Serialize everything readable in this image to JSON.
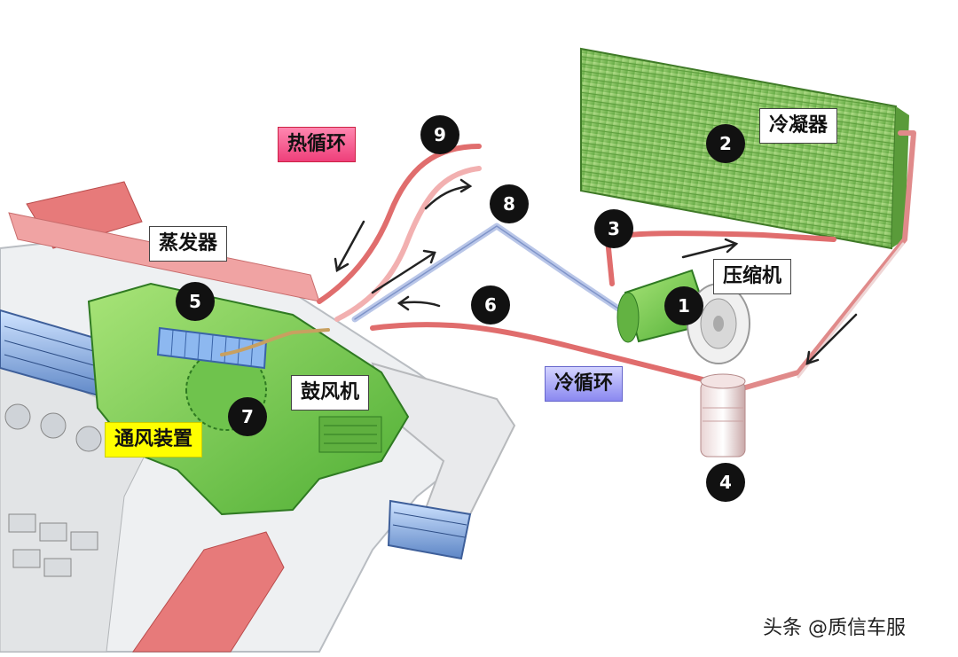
{
  "labels": {
    "hot_cycle": "热循环",
    "evaporator": "蒸发器",
    "condenser": "冷凝器",
    "compressor": "压缩机",
    "cold_cycle": "冷循环",
    "blower": "鼓风机",
    "ventilation": "通风装置"
  },
  "badges": {
    "b1": "1",
    "b2": "2",
    "b3": "3",
    "b4": "4",
    "b5": "5",
    "b6": "6",
    "b7": "7",
    "b8": "8",
    "b9": "9"
  },
  "watermark": "头条 @质信车服",
  "colors": {
    "hot_pipe": "#e06d6d",
    "cold_pipe": "#b9c6e8",
    "component_green": "#7fcf5a",
    "condenser_green": "#8dc96a",
    "hot_label": "#ee3f7a",
    "cold_label": "#8a88f0",
    "ventilation_label": "#ffff00"
  },
  "icons": {
    "arrow": "arrow-icon"
  }
}
